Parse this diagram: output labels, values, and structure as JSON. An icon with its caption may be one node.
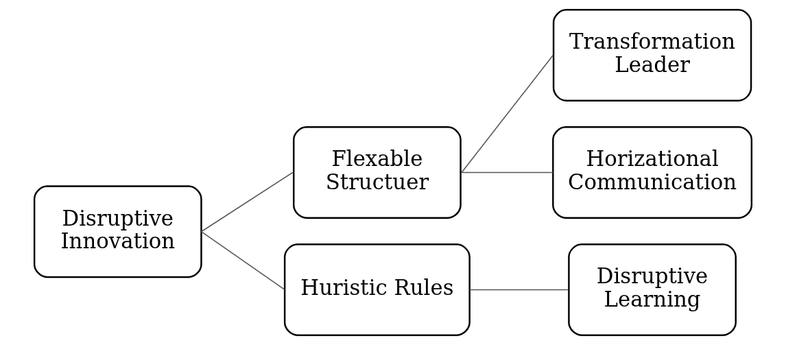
{
  "diagram": {
    "nodes": [
      {
        "text": [
          "Disruptive Innovation"
        ]
      },
      {
        "text": [
          "Flexable Structuer"
        ]
      },
      {
        "text": [
          "Transformation Leader"
        ]
      },
      {
        "text": [
          "Horizational Communication"
        ]
      },
      {
        "text": [
          "Huristic Rules"
        ]
      },
      {
        "text": [
          "Disruptive Learning"
        ]
      }
    ],
    "edges": [
      {
        "from": 0,
        "to": 1,
        "arrow": "none"
      },
      {
        "from": 0,
        "to": 4,
        "arrow": "none"
      },
      {
        "from": 1,
        "to": 2,
        "arrow": "none"
      },
      {
        "from": 1,
        "to": 3,
        "arrow": "none"
      },
      {
        "from": 4,
        "to": 5,
        "arrow": "none"
      }
    ]
  }
}
